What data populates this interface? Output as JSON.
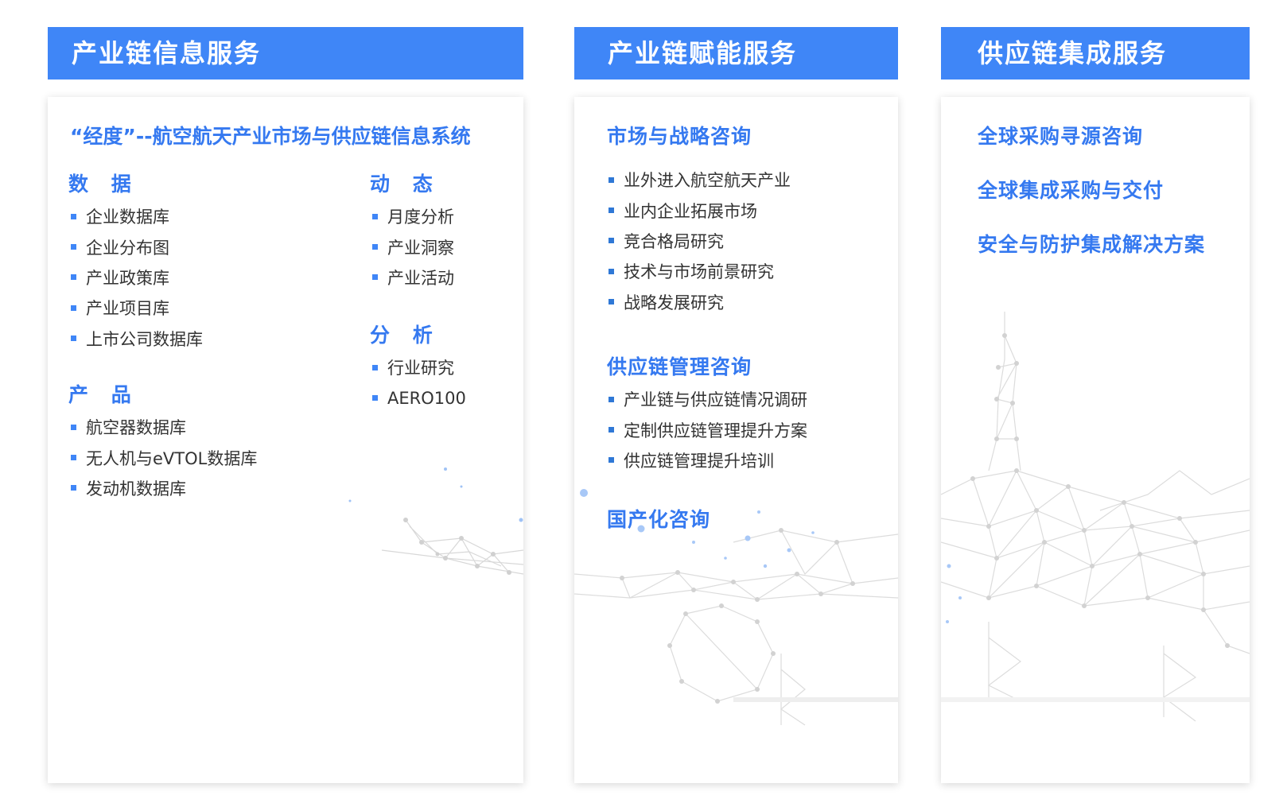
{
  "columns": [
    {
      "header": "产业链信息服务",
      "system_title": "“经度”--航空航天产业市场与供应链信息系统",
      "sections": [
        {
          "title": "数 据",
          "items": [
            "企业数据库",
            "企业分布图",
            "产业政策库",
            "产业项目库",
            "上市公司数据库"
          ]
        },
        {
          "title": "产 品",
          "items": [
            "航空器数据库",
            "无人机与eVTOL数据库",
            "发动机数据库"
          ]
        },
        {
          "title": "动 态",
          "items": [
            "月度分析",
            "产业洞察",
            "产业活动"
          ]
        },
        {
          "title": "分 析",
          "items": [
            "行业研究",
            "AERO100"
          ]
        }
      ]
    },
    {
      "header": "产业链赋能服务",
      "sections": [
        {
          "title": "市场与战略咨询",
          "items": [
            "业外进入航空航天产业",
            "业内企业拓展市场",
            "竞合格局研究",
            "技术与市场前景研究",
            "战略发展研究"
          ]
        },
        {
          "title": "供应链管理咨询",
          "items": [
            "产业链与供应链情况调研",
            "定制供应链管理提升方案",
            "供应链管理提升培训"
          ]
        },
        {
          "title": "国产化咨询",
          "items": []
        }
      ]
    },
    {
      "header": "供应链集成服务",
      "links": [
        "全球采购寻源咨询",
        "全球集成采购与交付",
        "安全与防护集成解决方案"
      ]
    }
  ],
  "colors": {
    "header_bg": "#3f86f7",
    "accent_text": "#3579f0",
    "body_text": "#333333",
    "bullet": "#3f86f7"
  },
  "icons": [
    "square-bullet-icon",
    "wireframe-airplane-illustration"
  ]
}
